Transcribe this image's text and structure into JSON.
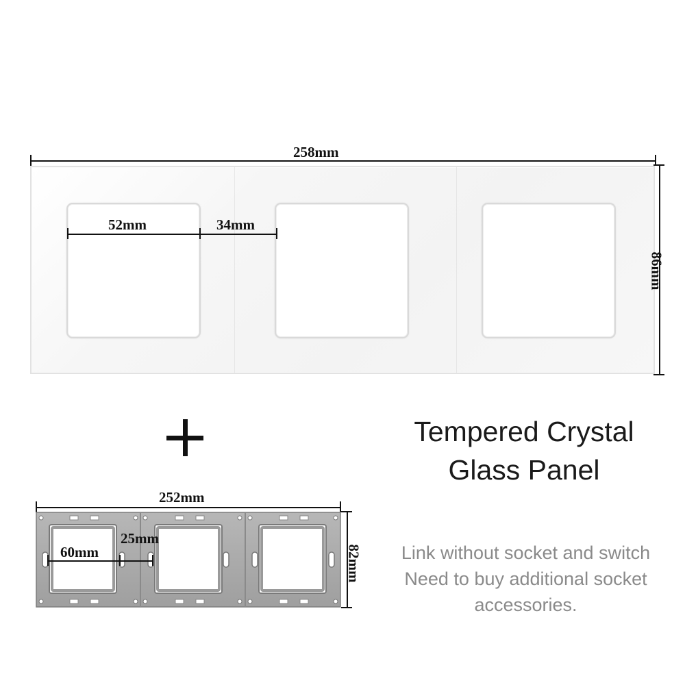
{
  "panel": {
    "width_label": "258mm",
    "height_label": "86mm",
    "opening_label": "52mm",
    "gap_label": "34mm"
  },
  "frame": {
    "width_label": "252mm",
    "height_label": "82mm",
    "opening_label": "60mm",
    "gap_label": "25mm"
  },
  "title": {
    "line1": "Tempered Crystal",
    "line2": "Glass Panel"
  },
  "note": {
    "line1": "Link without socket and switch",
    "line2": "Need to buy additional socket",
    "line3": "accessories."
  },
  "colors": {
    "frame_metal": "#a8a8a8",
    "note_text": "#8a8a8a"
  }
}
